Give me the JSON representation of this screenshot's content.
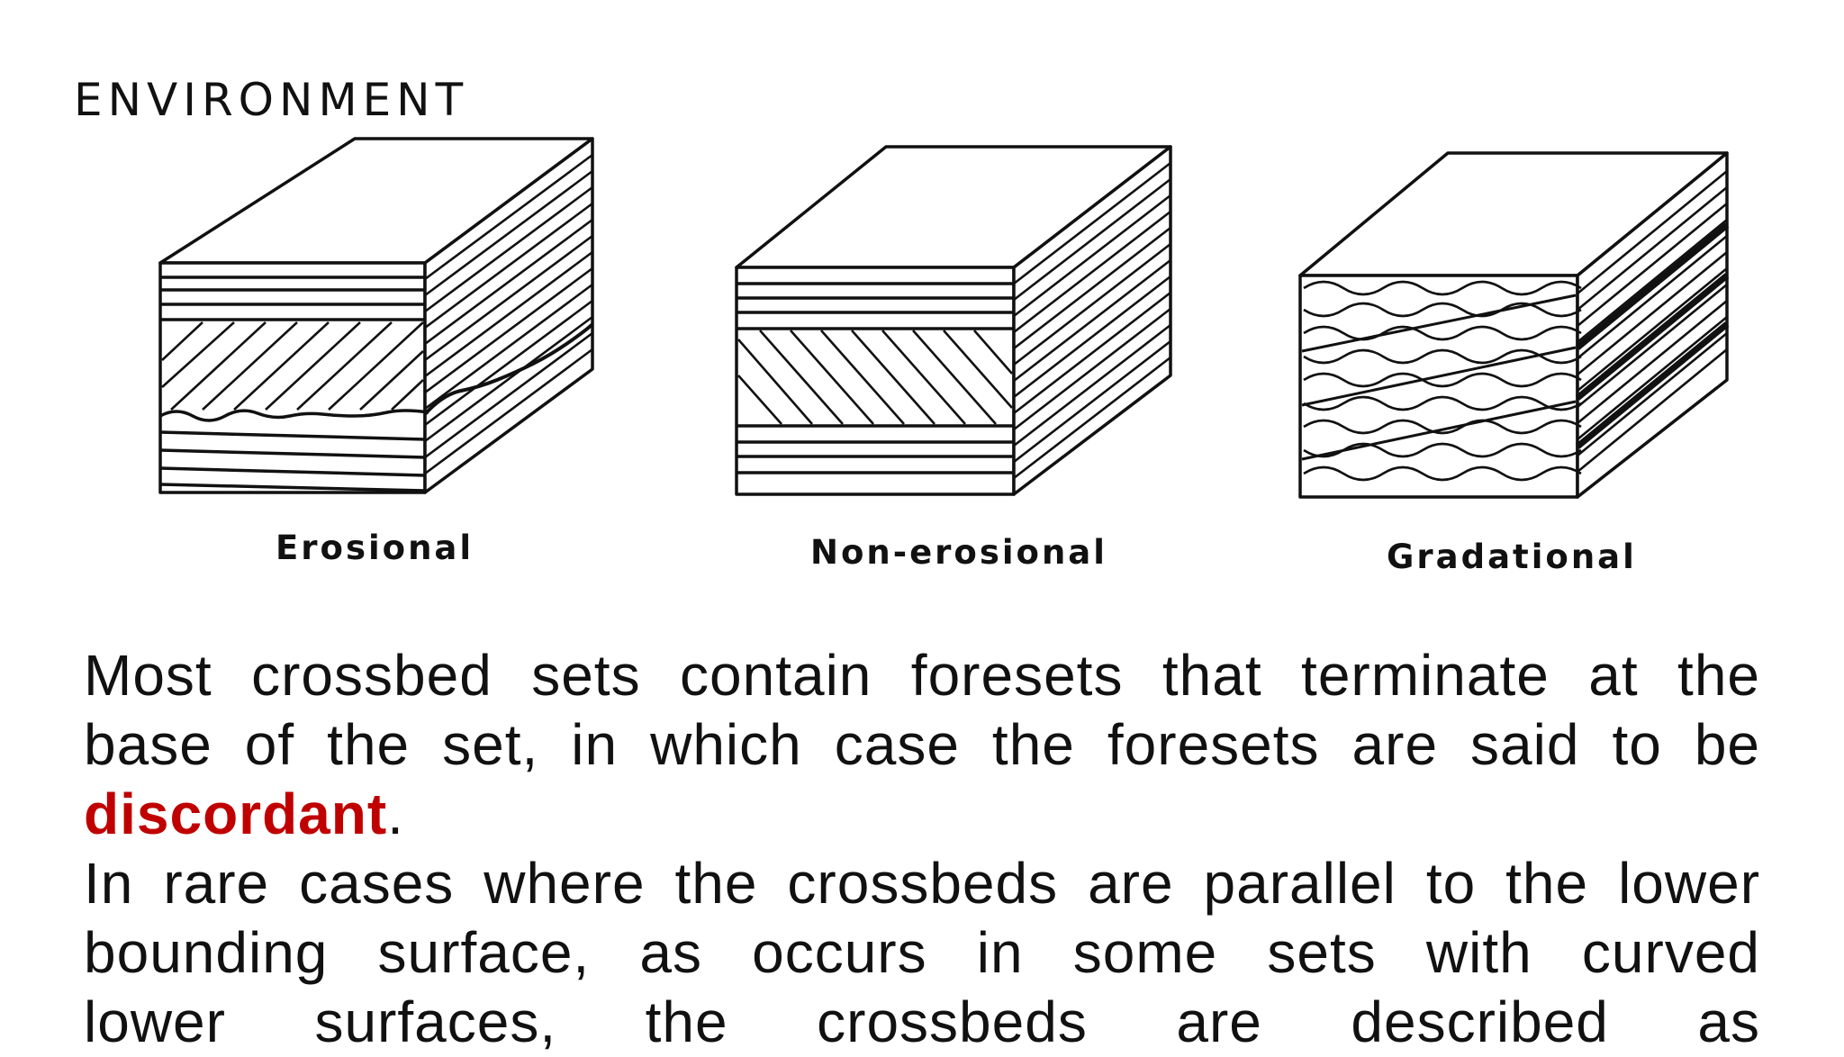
{
  "figure": {
    "heading": "ENVIRONMENT",
    "captions": [
      "Erosional",
      "Non-erosional",
      "Gradational"
    ]
  },
  "text": {
    "p1_line1": "Most crossbed sets contain foresets that terminate at the",
    "p1_line2": "base of the set, in which case the foresets are said to be",
    "p1_term": "discordant",
    "p1_end": ".",
    "p2_line1": "In rare cases where the crossbeds are parallel to the lower",
    "p2_line2": "bounding surface, as occurs in some sets with curved",
    "p2_line3": "lower surfaces, the crossbeds are described as"
  },
  "colors": {
    "highlight": "#c00000",
    "text": "#111111"
  }
}
